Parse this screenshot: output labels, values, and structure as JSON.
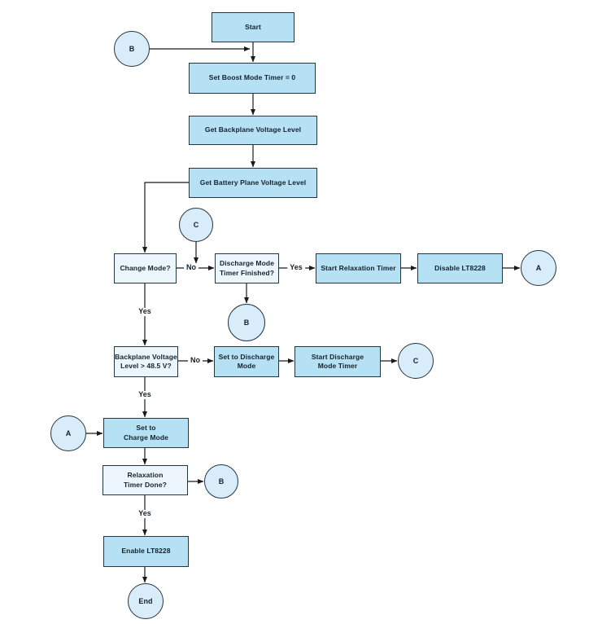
{
  "diagram": {
    "type": "flowchart",
    "colors": {
      "process_fill": "#b6e0f4",
      "decision_fill": "#ecf5fc",
      "connector_fill": "#d9ecfa",
      "border": "#243641",
      "line": "#1a1a1a",
      "text": "#13222b",
      "background": "#ffffff"
    },
    "nodes": {
      "start": {
        "label": "Start",
        "type": "process"
      },
      "set_boost_timer": {
        "label": "Set Boost Mode Timer = 0",
        "type": "process"
      },
      "get_backplane": {
        "label": "Get Backplane Voltage Level",
        "type": "process"
      },
      "get_battery": {
        "label": "Get Battery Plane Voltage Level",
        "type": "process"
      },
      "change_mode": {
        "label": "Change Mode?",
        "type": "decision"
      },
      "discharge_timer_finished": {
        "label": "Discharge Mode\nTimer Finished?",
        "type": "decision"
      },
      "start_relaxation_timer": {
        "label": "Start Relaxation Timer",
        "type": "process"
      },
      "disable_lt8228": {
        "label": "Disable LT8228",
        "type": "process"
      },
      "backplane_voltage": {
        "label": "Backplane Voltage\nLevel > 48.5 V?",
        "type": "decision"
      },
      "set_discharge_mode": {
        "label": "Set to Discharge\nMode",
        "type": "process"
      },
      "start_discharge_timer": {
        "label": "Start Discharge\nMode Timer",
        "type": "process"
      },
      "set_charge_mode": {
        "label": "Set to\nCharge Mode",
        "type": "process"
      },
      "relaxation_timer_done": {
        "label": "Relaxation\nTimer Done?",
        "type": "decision"
      },
      "enable_lt8228": {
        "label": "Enable LT8228",
        "type": "process"
      }
    },
    "circles": {
      "b_top": "B",
      "c_top": "C",
      "a_right": "A",
      "b_mid": "B",
      "c_right": "C",
      "a_left": "A",
      "b_right": "B",
      "end": "End"
    },
    "edges": {
      "no_change": "No",
      "yes_discharge": "Yes",
      "yes_change": "Yes",
      "no_backplane": "No",
      "yes_backplane": "Yes",
      "yes_relaxation": "Yes"
    }
  }
}
